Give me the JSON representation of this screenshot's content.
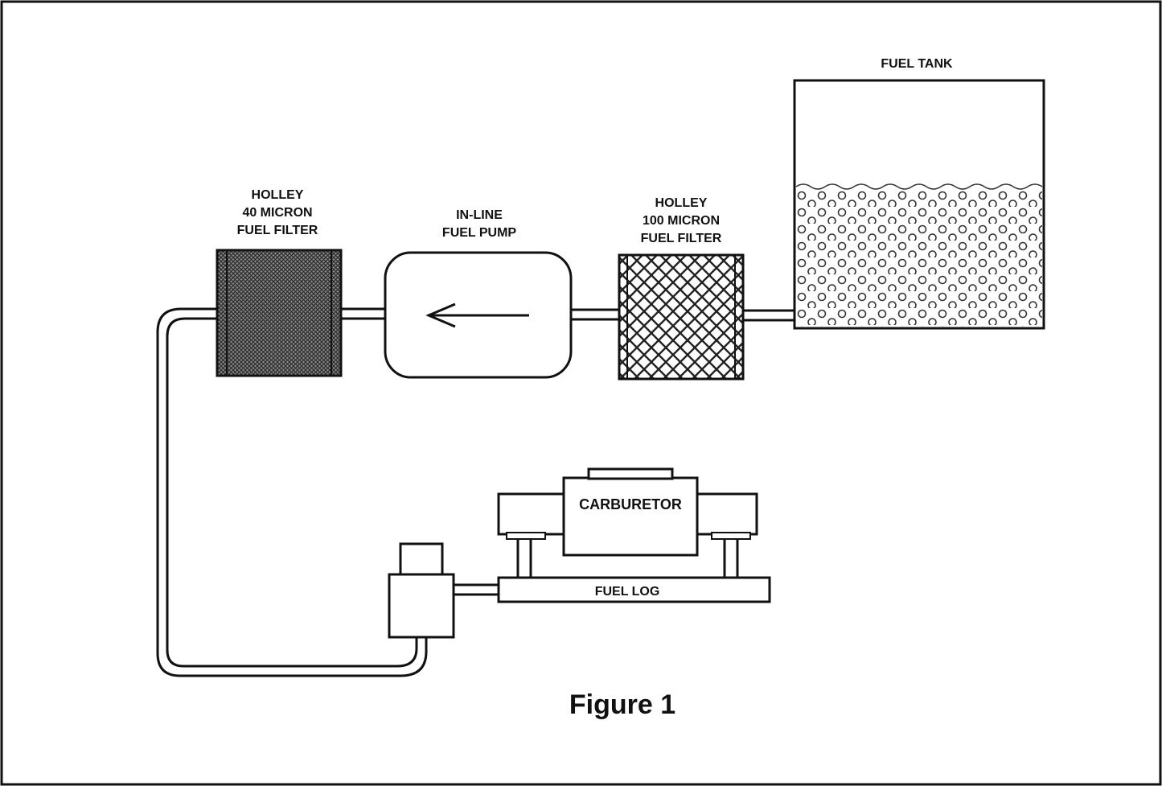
{
  "colors": {
    "line": "#111111",
    "background": "#ffffff",
    "filter_fill": "#5a5a5a"
  },
  "labels": {
    "fuel_tank": "FUEL TANK",
    "filter_40": [
      "HOLLEY",
      "40 MICRON",
      "FUEL FILTER"
    ],
    "fuel_pump": [
      "IN-LINE",
      "FUEL PUMP"
    ],
    "filter_100": [
      "HOLLEY",
      "100 MICRON",
      "FUEL FILTER"
    ],
    "carburetor": "CARBURETOR",
    "fuel_log": "FUEL LOG",
    "figure_caption": "Figure 1"
  },
  "icons": {
    "pump_arrow": "arrow-left-icon"
  }
}
